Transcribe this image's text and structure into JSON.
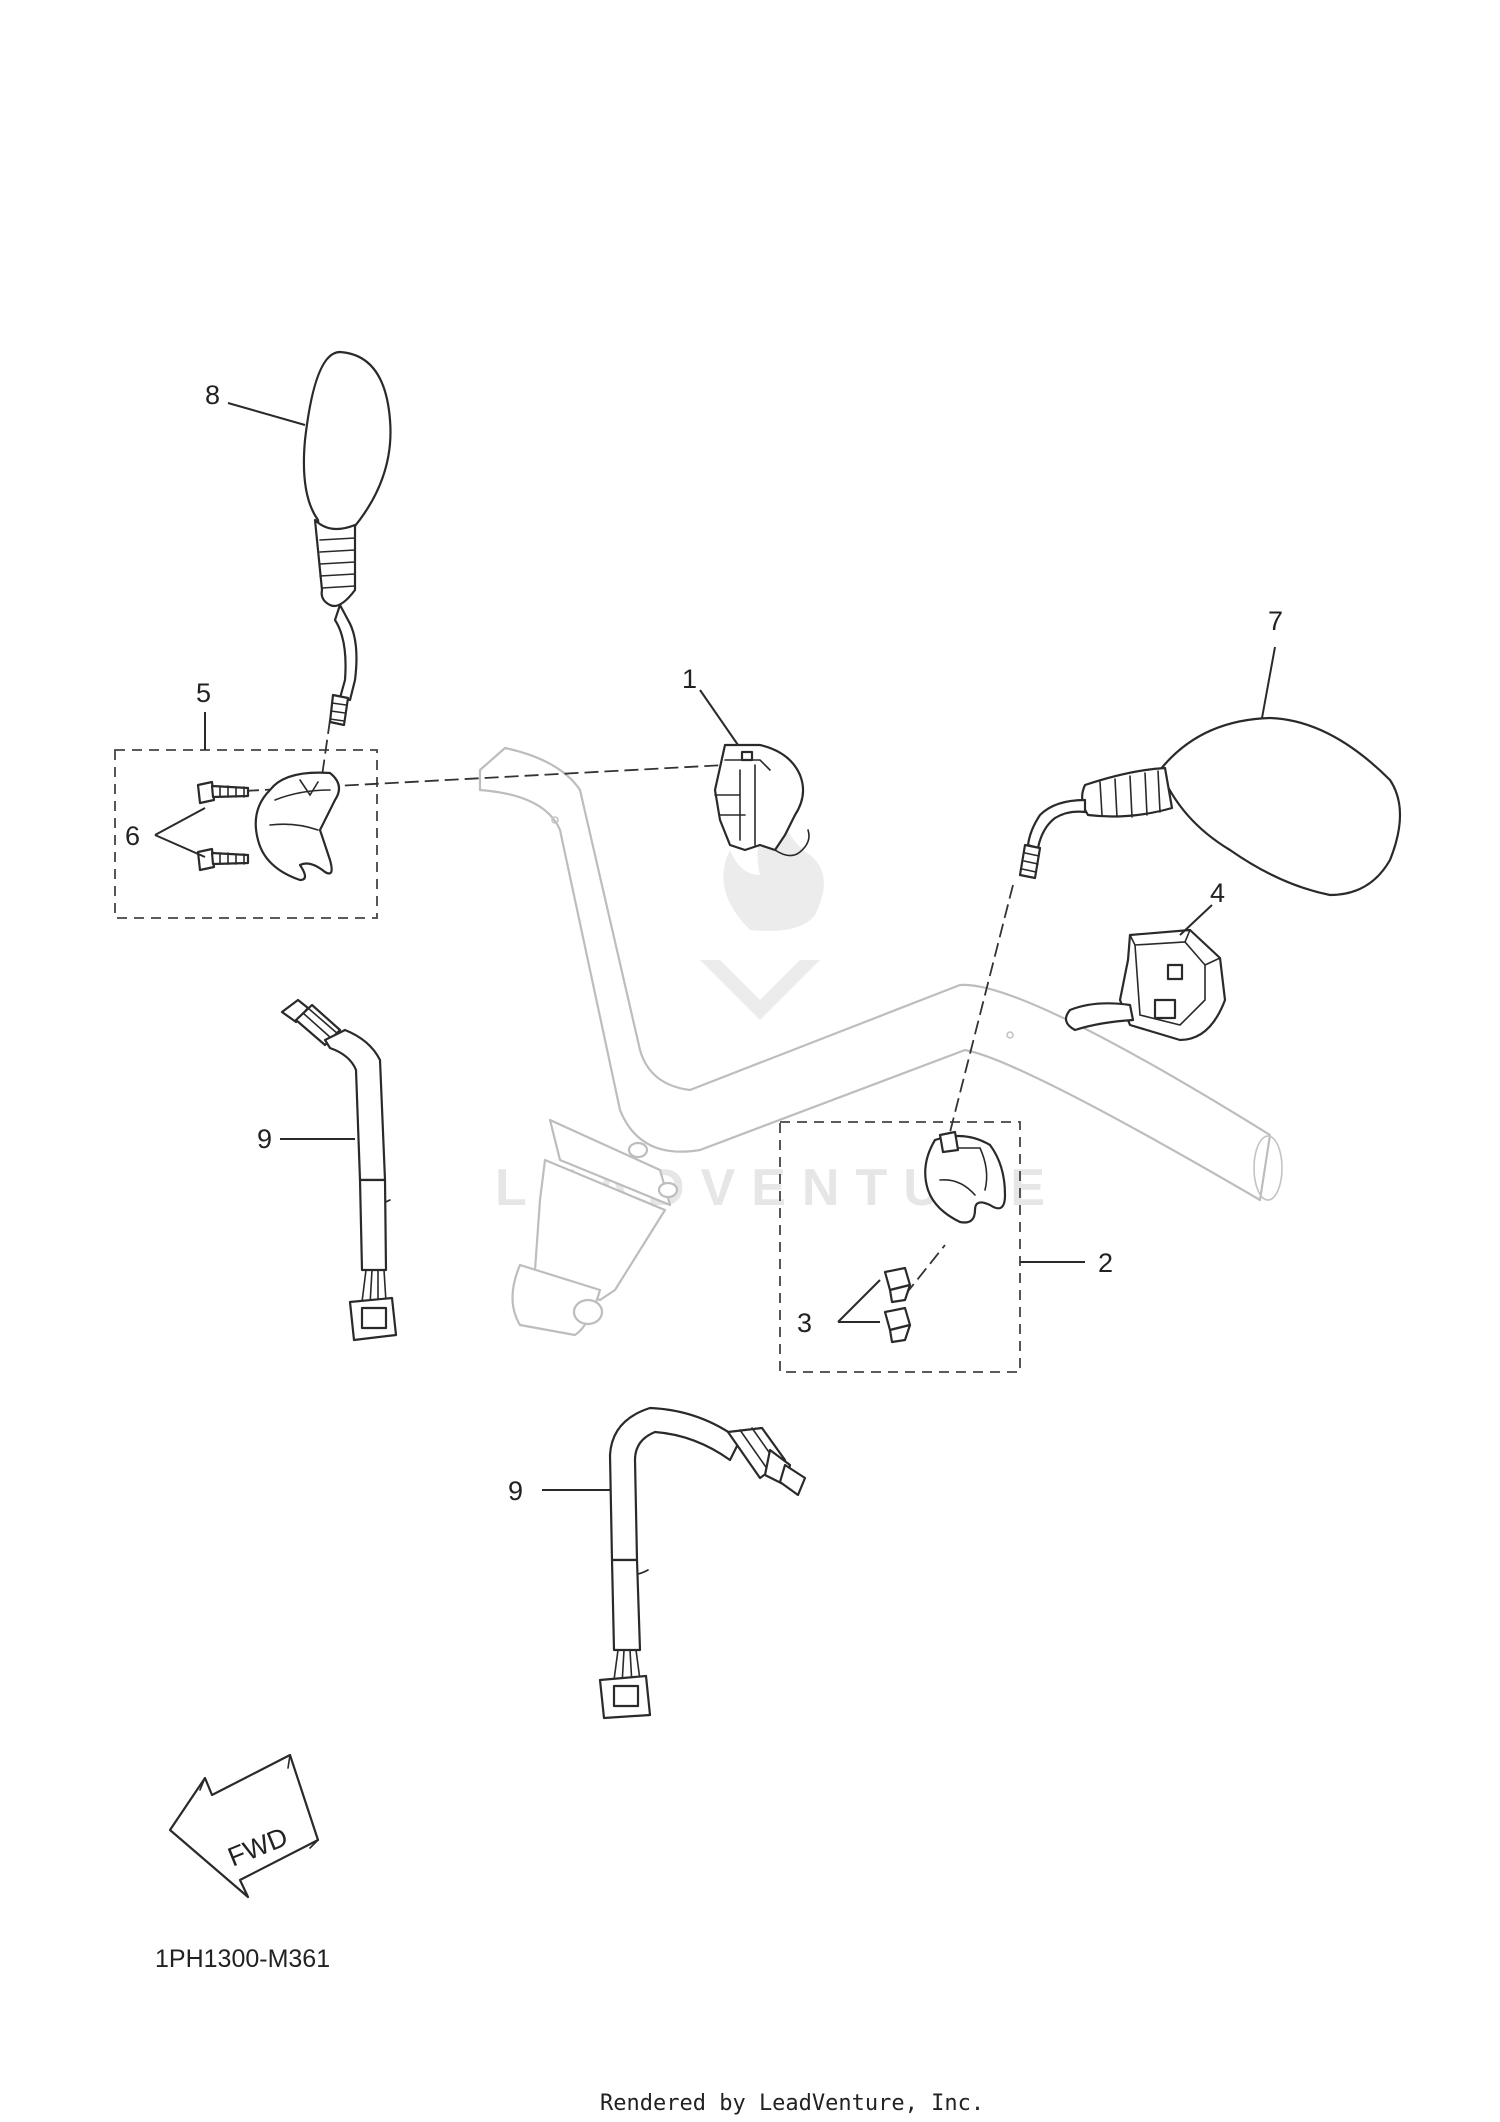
{
  "callouts": {
    "c1": "1",
    "c2": "2",
    "c3": "3",
    "c4": "4",
    "c5": "5",
    "c6": "6",
    "c7": "7",
    "c8": "8",
    "c9a": "9",
    "c9b": "9"
  },
  "direction_arrow": "FWD",
  "diagram_code": "1PH1300-M361",
  "watermark": "LEADVENTURE",
  "footer": "Rendered by LeadVenture, Inc.",
  "colors": {
    "line": "#2a2a2a",
    "ghost": "#bdbdbd",
    "watermark": "#e6e6e6"
  }
}
